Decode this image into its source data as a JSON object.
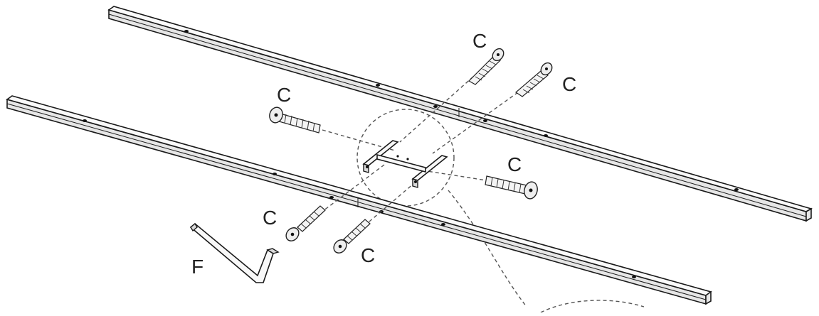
{
  "labels": {
    "c1": "C",
    "c2": "C",
    "c3": "C",
    "c4": "C",
    "c5": "C",
    "c6": "C",
    "f": "F"
  }
}
